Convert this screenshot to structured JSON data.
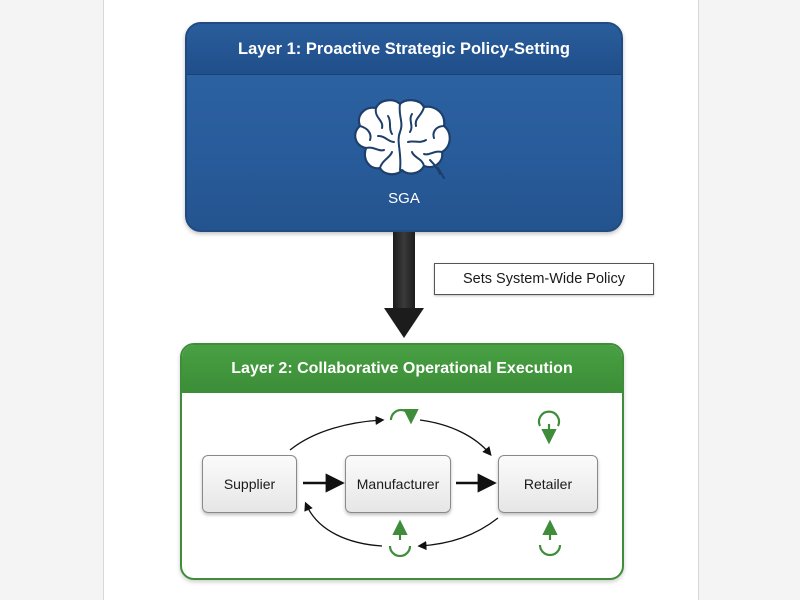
{
  "layer1": {
    "title": "Layer 1: Proactive Strategic Policy-Setting",
    "agent_label": "SGA",
    "brain_icon": "brain-icon",
    "color": "#2b5f9f"
  },
  "connector": {
    "label": "Sets System-Wide Policy",
    "arrow_color": "#1c1c1c"
  },
  "layer2": {
    "title": "Layer 2: Collaborative Operational Execution",
    "color": "#43973e",
    "nodes": {
      "supplier": "Supplier",
      "manufacturer": "Manufacturer",
      "retailer": "Retailer"
    },
    "cycle_icon_color": "#3f8c3a"
  }
}
